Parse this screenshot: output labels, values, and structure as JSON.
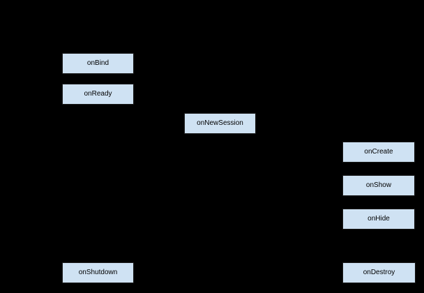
{
  "diagram": {
    "background_color": "#000000",
    "node_fill_color": "#cfe2f3",
    "node_border_color": "#1a1a1a",
    "node_text_color": "#000000",
    "nodes": [
      {
        "label": "onBind"
      },
      {
        "label": "onReady"
      },
      {
        "label": "onNewSession"
      },
      {
        "label": "onCreate"
      },
      {
        "label": "onShow"
      },
      {
        "label": "onHide"
      },
      {
        "label": "onShutdown"
      },
      {
        "label": "onDestroy"
      }
    ]
  }
}
